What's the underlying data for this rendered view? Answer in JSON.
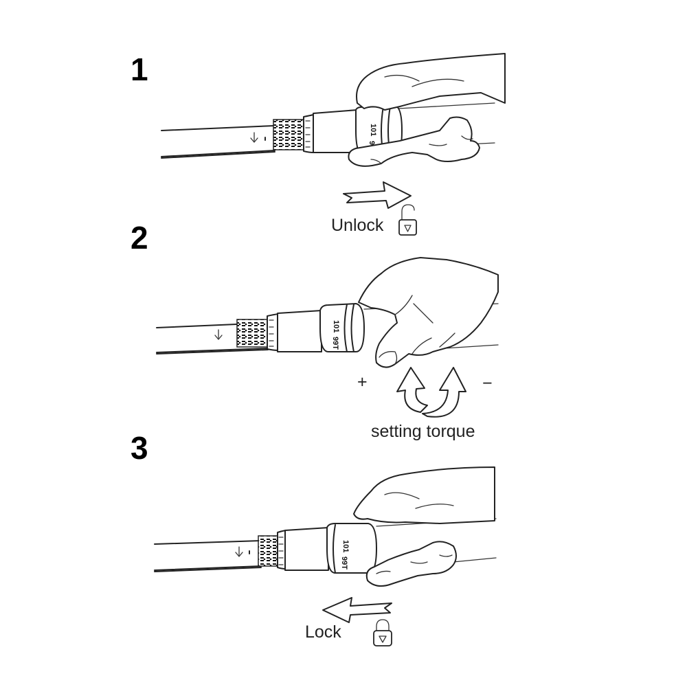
{
  "steps": [
    {
      "number": "1",
      "caption": "Unlock",
      "action_icon": "unlock-padlock-icon",
      "direction": "pull-right"
    },
    {
      "number": "2",
      "caption": "setting torque",
      "plus_label": "+",
      "minus_label": "−",
      "action_icon": "rotate-arrows-icon"
    },
    {
      "number": "3",
      "caption": "Lock",
      "action_icon": "lock-padlock-icon",
      "direction": "push-left"
    }
  ],
  "scale_marks": [
    "101",
    "99T"
  ]
}
